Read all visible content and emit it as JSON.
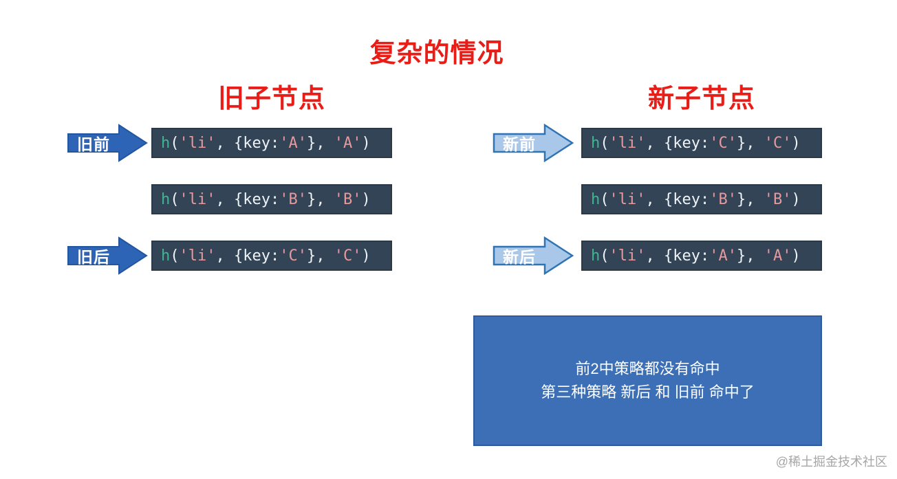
{
  "title": "复杂的情况",
  "columns": {
    "left": {
      "heading": "旧子节点",
      "arrow_style": "dark",
      "rows": [
        {
          "arrow": "旧前",
          "code": [
            [
              "fn",
              "h"
            ],
            [
              "pun",
              "("
            ],
            [
              "str",
              "'li'"
            ],
            [
              "pun",
              ", {key:"
            ],
            [
              "str",
              "'A'"
            ],
            [
              "pun",
              "}, "
            ],
            [
              "str",
              "'A'"
            ],
            [
              "pun",
              ")"
            ]
          ]
        },
        {
          "arrow": null,
          "code": [
            [
              "fn",
              "h"
            ],
            [
              "pun",
              "("
            ],
            [
              "str",
              "'li'"
            ],
            [
              "pun",
              ", {key:"
            ],
            [
              "str",
              "'B'"
            ],
            [
              "pun",
              "}, "
            ],
            [
              "str",
              "'B'"
            ],
            [
              "pun",
              ")"
            ]
          ]
        },
        {
          "arrow": "旧后",
          "code": [
            [
              "fn",
              "h"
            ],
            [
              "pun",
              "("
            ],
            [
              "str",
              "'li'"
            ],
            [
              "pun",
              ", {key:"
            ],
            [
              "str",
              "'C'"
            ],
            [
              "pun",
              "}, "
            ],
            [
              "str",
              "'C'"
            ],
            [
              "pun",
              ")"
            ]
          ]
        }
      ]
    },
    "right": {
      "heading": "新子节点",
      "arrow_style": "light",
      "rows": [
        {
          "arrow": "新前",
          "code": [
            [
              "fn",
              "h"
            ],
            [
              "pun",
              "("
            ],
            [
              "str",
              "'li'"
            ],
            [
              "pun",
              ", {key:"
            ],
            [
              "str",
              "'C'"
            ],
            [
              "pun",
              "}, "
            ],
            [
              "str",
              "'C'"
            ],
            [
              "pun",
              ")"
            ]
          ]
        },
        {
          "arrow": null,
          "code": [
            [
              "fn",
              "h"
            ],
            [
              "pun",
              "("
            ],
            [
              "str",
              "'li'"
            ],
            [
              "pun",
              ", {key:"
            ],
            [
              "str",
              "'B'"
            ],
            [
              "pun",
              "}, "
            ],
            [
              "str",
              "'B'"
            ],
            [
              "pun",
              ")"
            ]
          ]
        },
        {
          "arrow": "新后",
          "code": [
            [
              "fn",
              "h"
            ],
            [
              "pun",
              "("
            ],
            [
              "str",
              "'li'"
            ],
            [
              "pun",
              ", {key:"
            ],
            [
              "str",
              "'A'"
            ],
            [
              "pun",
              "}, "
            ],
            [
              "str",
              "'A'"
            ],
            [
              "pun",
              ")"
            ]
          ]
        }
      ]
    }
  },
  "note": {
    "lines": [
      "前2中策略都没有命中",
      "第三种策略 新后 和 旧前 命中了"
    ]
  },
  "watermark": "@稀土掘金技术社区",
  "colors": {
    "accent-red": "#e91d17",
    "arrow-dark": "#2e64b5",
    "arrow-dark-border": "#2456a0",
    "arrow-light": "#a9c7e9",
    "arrow-light-border": "#2e74b5",
    "code-bg": "#344457",
    "code-border": "#2b3947",
    "code-fn": "#41b494",
    "code-str": "#e8999c",
    "code-pun": "#eef3f8",
    "note-bg": "#3c6fb6",
    "note-border": "#2f5b9d",
    "watermark": "#a6a6a6"
  }
}
